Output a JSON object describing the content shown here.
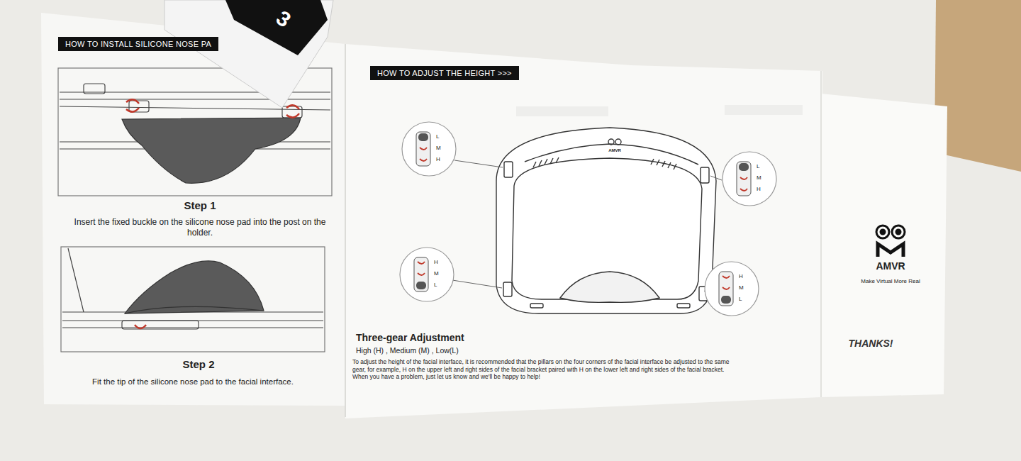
{
  "diagram": {
    "nodes": [
      {
        "text": [
          "HOW TO INSTALL SILICONE NOSE PA"
        ]
      },
      {
        "text": [
          "HOW TO ADJUST THE HEIGHT >>>"
        ]
      },
      {
        "text": [
          "L",
          "M",
          "H"
        ]
      },
      {
        "text": [
          "H",
          "M",
          "L"
        ]
      },
      {
        "text": [
          "L",
          "M",
          "H"
        ]
      },
      {
        "text": [
          "H",
          "M",
          "L"
        ]
      }
    ],
    "labels": [
      "3",
      "Step 1",
      "Insert the fixed buckle on the silicone nose pad into the post on the holder.",
      "Step 2",
      "Fit the tip of the silicone nose pad to the facial interface.",
      "AMVR",
      "Three-gear Adjustment",
      "High (H) , Medium (M) , Low(L)",
      "To adjust the height of the facial interface, it is recommended that the pillars on the four corners of the facial interface be adjusted to the same gear, for example, H on the upper left and right sides of the facial bracket paired with H on the lower left and right sides of the facial bracket. When you have a problem, just let us know and we'll be happy to help!",
      "AMVR",
      "Make Virtual More Real",
      "THANKS!"
    ]
  }
}
